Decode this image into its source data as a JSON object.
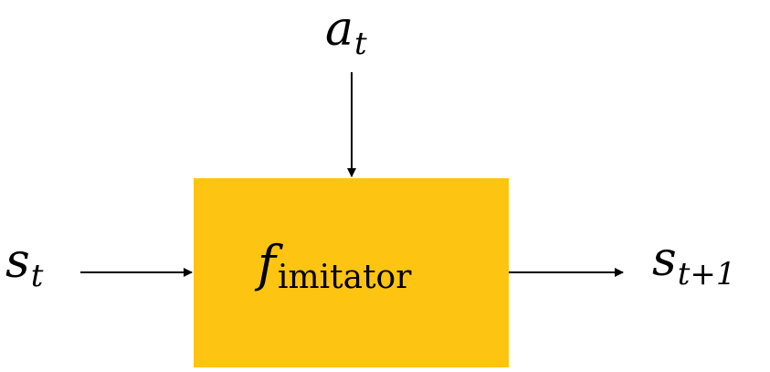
{
  "diagram": {
    "input_action": {
      "symbol": "a",
      "subscript": "t"
    },
    "input_state": {
      "symbol": "s",
      "subscript": "t"
    },
    "output_state": {
      "symbol": "s",
      "subscript": "t+1"
    },
    "block": {
      "symbol": "f",
      "subscript": "imitator",
      "color": "#FDC412"
    },
    "arrow_color": "#000000"
  }
}
